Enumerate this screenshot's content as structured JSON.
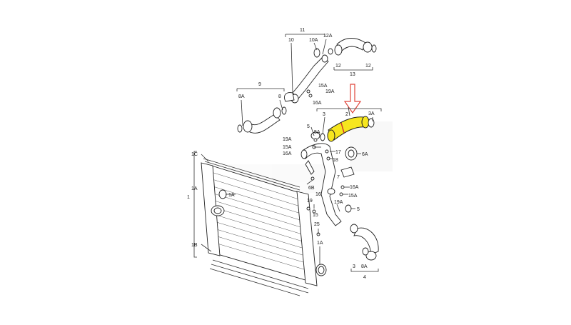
{
  "labels": {
    "l11": "11",
    "l10": "10",
    "l10A": "10A",
    "l12A": "12A",
    "l12a": "12",
    "l12b": "12",
    "l13": "13",
    "l9": "9",
    "l8A": "8A",
    "l8": "8",
    "l15A_top": "15A",
    "l19A_top": "19A",
    "l16A_top": "16A",
    "l3": "3",
    "l2": "2",
    "l3A": "3A",
    "l5": "5",
    "l5A": "5A",
    "l19A_mid": "19A",
    "l15A_mid": "15A",
    "l16A_mid": "16A",
    "l17": "17",
    "l18": "18",
    "l6A": "6A",
    "l7": "7",
    "l1C": "1C",
    "l1A_left": "1A",
    "l1": "1",
    "l1A_inner": "1A",
    "l1B": "1B",
    "l6B": "6B",
    "l16": "16",
    "l19": "19",
    "l15": "15",
    "l16A_r": "16A",
    "l15A_r": "15A",
    "l19A_r": "19A",
    "l5_r": "5",
    "l25": "25",
    "l1A_bottom": "1A",
    "l3_bottom": "3",
    "l8A_bottom": "8A",
    "l4": "4"
  },
  "highlight": {
    "color": "#f6e61e",
    "part": "2"
  },
  "arrow": {
    "color": "#e0453a"
  }
}
